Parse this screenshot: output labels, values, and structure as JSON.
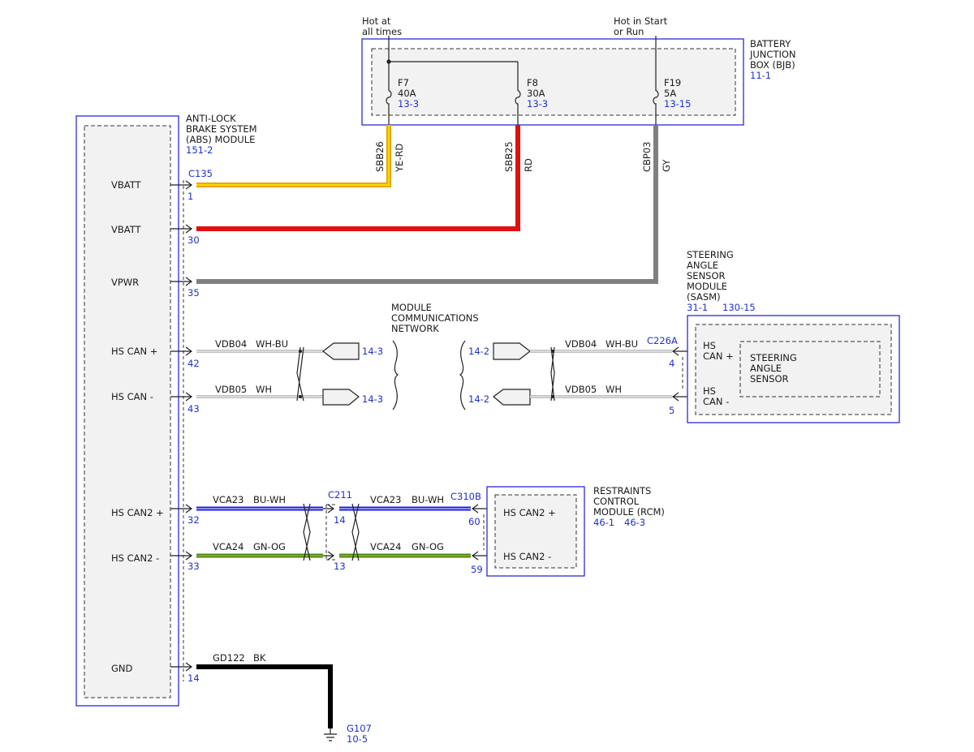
{
  "colors": {
    "yellow": "#f2c200",
    "orange": "#e8a000",
    "red": "#e01010",
    "gray": "#808080",
    "blue": "#1a1ae0",
    "green": "#3c8c1e",
    "black": "#000000",
    "ref_blue": "#1f2fd1",
    "box_blue": "#2b2bd8"
  },
  "power_labels": {
    "hot_at_all_times": [
      "Hot at",
      "all times"
    ],
    "hot_in_start_run": [
      "Hot in Start",
      "or Run"
    ]
  },
  "bjb": {
    "title": [
      "BATTERY",
      "JUNCTION",
      "BOX (BJB)"
    ],
    "ref": "11-1",
    "fuses": [
      {
        "id": "F7",
        "rating": "40A",
        "ref": "13-3"
      },
      {
        "id": "F8",
        "rating": "30A",
        "ref": "13-3"
      },
      {
        "id": "F19",
        "rating": "5A",
        "ref": "13-15"
      }
    ]
  },
  "abs": {
    "title": [
      "ANTI-LOCK",
      "BRAKE SYSTEM",
      "(ABS) MODULE"
    ],
    "ref": "151-2",
    "connector": "C135",
    "pins": [
      {
        "label": "VBATT",
        "pin": "1"
      },
      {
        "label": "VBATT",
        "pin": "30"
      },
      {
        "label": "VPWR",
        "pin": "35"
      },
      {
        "label": "HS CAN +",
        "pin": "42"
      },
      {
        "label": "HS CAN -",
        "pin": "43"
      },
      {
        "label": "HS CAN2 +",
        "pin": "32"
      },
      {
        "label": "HS CAN2 -",
        "pin": "33"
      },
      {
        "label": "GND",
        "pin": "14"
      }
    ]
  },
  "wires": {
    "sbb26": {
      "circuit": "SBB26",
      "color": "YE-RD"
    },
    "sbb25": {
      "circuit": "SBB25",
      "color": "RD"
    },
    "cbp03": {
      "circuit": "CBP03",
      "color": "GY"
    },
    "vdb04_left": {
      "circuit": "VDB04",
      "color": "WH-BU"
    },
    "vdb05_left": {
      "circuit": "VDB05",
      "color": "WH"
    },
    "vdb04_right": {
      "circuit": "VDB04",
      "color": "WH-BU"
    },
    "vdb05_right": {
      "circuit": "VDB05",
      "color": "WH"
    },
    "vca23_left": {
      "circuit": "VCA23",
      "color": "BU-WH"
    },
    "vca24_left": {
      "circuit": "VCA24",
      "color": "GN-OG"
    },
    "vca23_right": {
      "circuit": "VCA23",
      "color": "BU-WH"
    },
    "vca24_right": {
      "circuit": "VCA24",
      "color": "GN-OG"
    },
    "gd122": {
      "circuit": "GD122",
      "color": "BK"
    }
  },
  "network": {
    "title": [
      "MODULE",
      "COMMUNICATIONS",
      "NETWORK"
    ],
    "left_refs": [
      "14-3",
      "14-3"
    ],
    "right_refs": [
      "14-2",
      "14-2"
    ]
  },
  "sasm": {
    "title": [
      "STEERING",
      "ANGLE",
      "SENSOR",
      "MODULE",
      "(SASM)"
    ],
    "refs": [
      "31-1",
      "130-15"
    ],
    "connector": "C226A",
    "pins": [
      {
        "label": [
          "HS",
          "CAN +"
        ],
        "pin": "4"
      },
      {
        "label": [
          "HS",
          "CAN -"
        ],
        "pin": "5"
      }
    ],
    "sensor_label": [
      "STEERING",
      "ANGLE",
      "SENSOR"
    ]
  },
  "c211": {
    "connector": "C211",
    "pins": [
      "14",
      "13"
    ]
  },
  "rcm": {
    "title": [
      "RESTRAINTS",
      "CONTROL",
      "MODULE (RCM)"
    ],
    "refs": [
      "46-1",
      "46-3"
    ],
    "connector": "C310B",
    "pins": [
      {
        "label": "HS CAN2 +",
        "pin": "60"
      },
      {
        "label": "HS CAN2 -",
        "pin": "59"
      }
    ]
  },
  "ground": {
    "id": "G107",
    "ref": "10-5"
  }
}
